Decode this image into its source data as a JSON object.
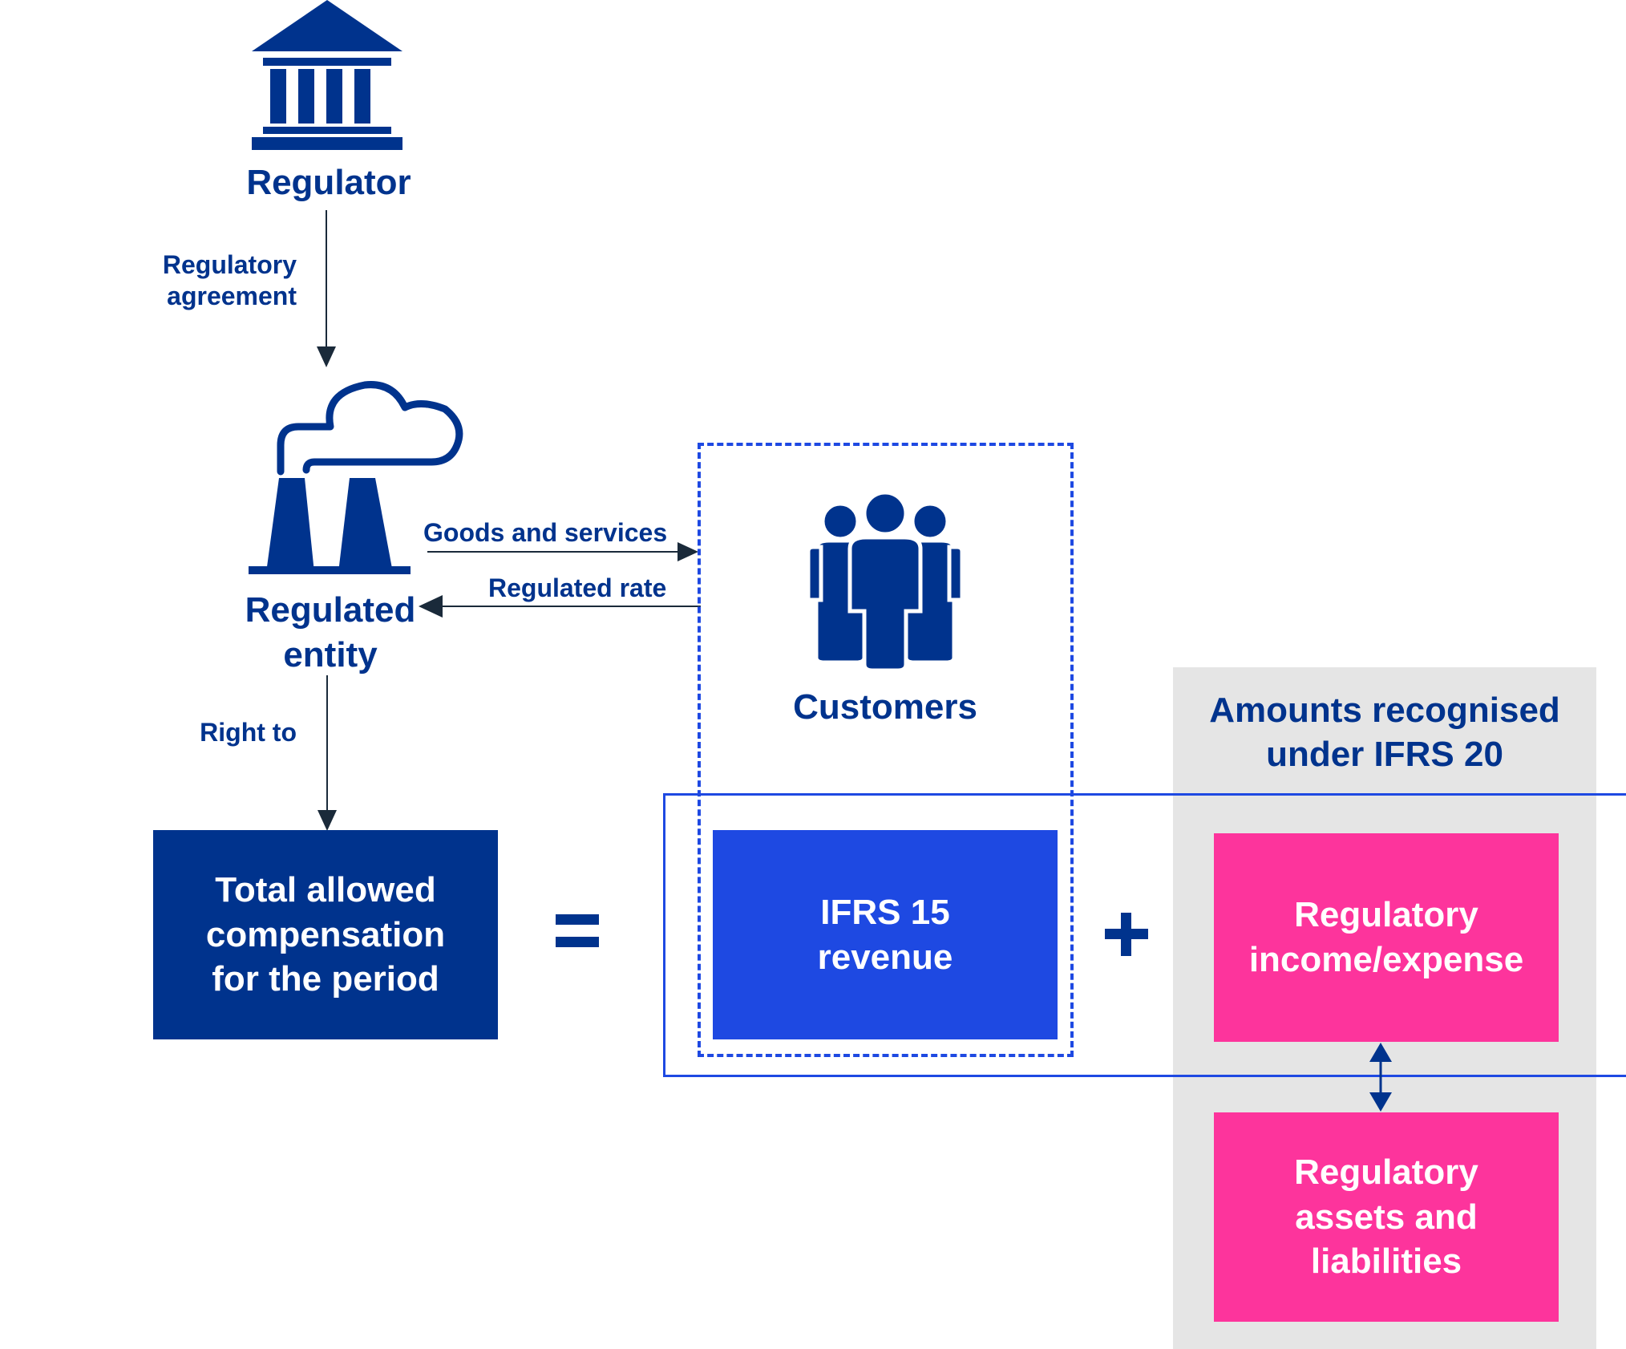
{
  "colors": {
    "navy": "#00338d",
    "blue": "#1e49e2",
    "pink": "#fd349c",
    "grey_panel": "#e5e5e5",
    "arrow": "#1a2a3a"
  },
  "icons": {
    "regulator": "government-building-icon",
    "entity": "factory-cooling-towers-icon",
    "customers": "people-group-icon"
  },
  "nodes": {
    "regulator": "Regulator",
    "regulated_entity_line1": "Regulated",
    "regulated_entity_line2": "entity",
    "customers": "Customers"
  },
  "edges": {
    "regulatory_agreement_line1": "Regulatory",
    "regulatory_agreement_line2": "agreement",
    "goods_and_services": "Goods and services",
    "regulated_rate": "Regulated rate",
    "right_to": "Right to"
  },
  "panel": {
    "title_line1": "Amounts recognised",
    "title_line2": "under IFRS 20"
  },
  "boxes": {
    "total_line1": "Total allowed",
    "total_line2": "compensation",
    "total_line3": "for the period",
    "ifrs15_line1": "IFRS 15",
    "ifrs15_line2": "revenue",
    "reg_income_line1": "Regulatory",
    "reg_income_line2": "income/expense",
    "reg_assets_line1": "Regulatory",
    "reg_assets_line2": "assets and",
    "reg_assets_line3": "liabilities"
  },
  "operators": {
    "equals": "=",
    "plus": "+"
  }
}
